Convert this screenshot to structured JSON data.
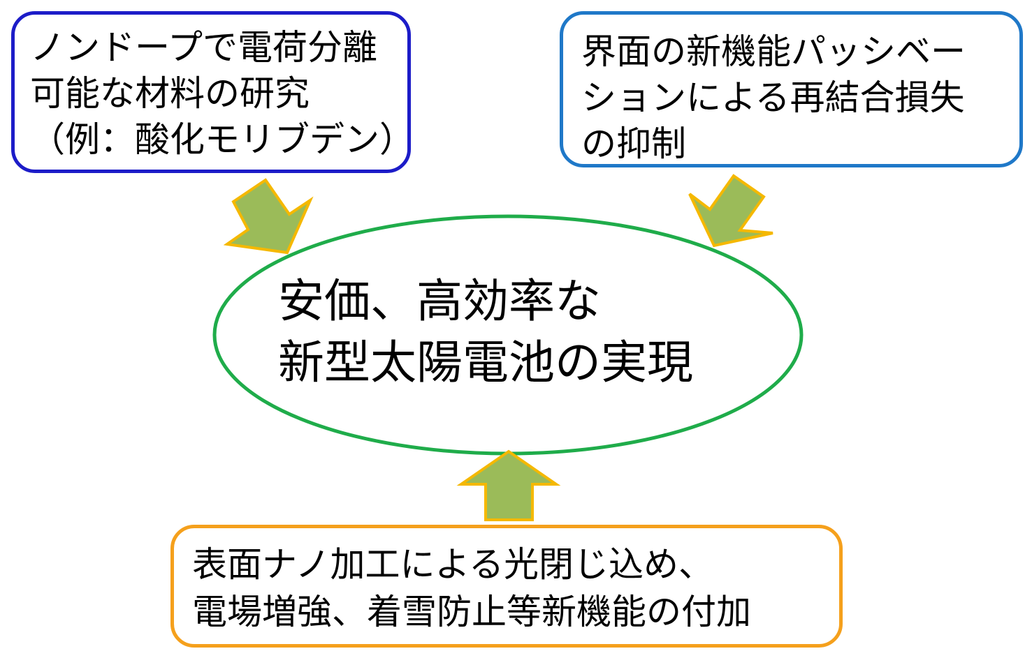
{
  "goal": {
    "lines": [
      "安価、高効率な",
      "新型太陽電池の実現"
    ],
    "stroke_color": "#1fac4a"
  },
  "top_left": {
    "lines": [
      "ノンドープで電荷分離",
      "可能な材料の研究",
      "（例：酸化モリブデン）"
    ],
    "border_color": "#1c1cc8"
  },
  "top_right": {
    "lines": [
      "界面の新機能パッシベー",
      "ションによる再結合損失",
      "の抑制"
    ],
    "border_color": "#1f78c8"
  },
  "bottom": {
    "lines": [
      "表面ナノ加工による光閉じ込め、",
      "電場増強、着雪防止等新機能の付加"
    ],
    "border_color": "#f5a01c"
  },
  "arrow": {
    "fill_color": "#9bbb59",
    "stroke_color": "#f5b800"
  }
}
